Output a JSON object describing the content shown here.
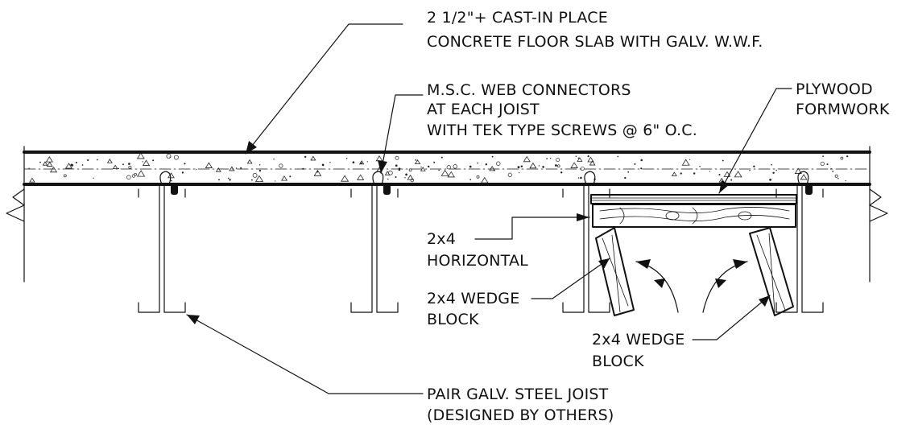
{
  "labels": {
    "slab": [
      "2 1/2\"+ CAST-IN PLACE",
      "CONCRETE FLOOR SLAB WITH GALV. W.W.F."
    ],
    "connectors": [
      "M.S.C. WEB CONNECTORS",
      "AT EACH JOIST",
      "WITH TEK TYPE SCREWS @ 6\" O.C."
    ],
    "plywood": [
      "PLYWOOD",
      "FORMWORK"
    ],
    "horizontal": [
      "2x4",
      "HORIZONTAL"
    ],
    "wedge_left": [
      "2x4 WEDGE",
      "BLOCK"
    ],
    "wedge_right": [
      "2x4 WEDGE",
      "BLOCK"
    ],
    "joist": [
      "PAIR GALV. STEEL JOIST",
      "(DESIGNED BY OTHERS)"
    ]
  }
}
